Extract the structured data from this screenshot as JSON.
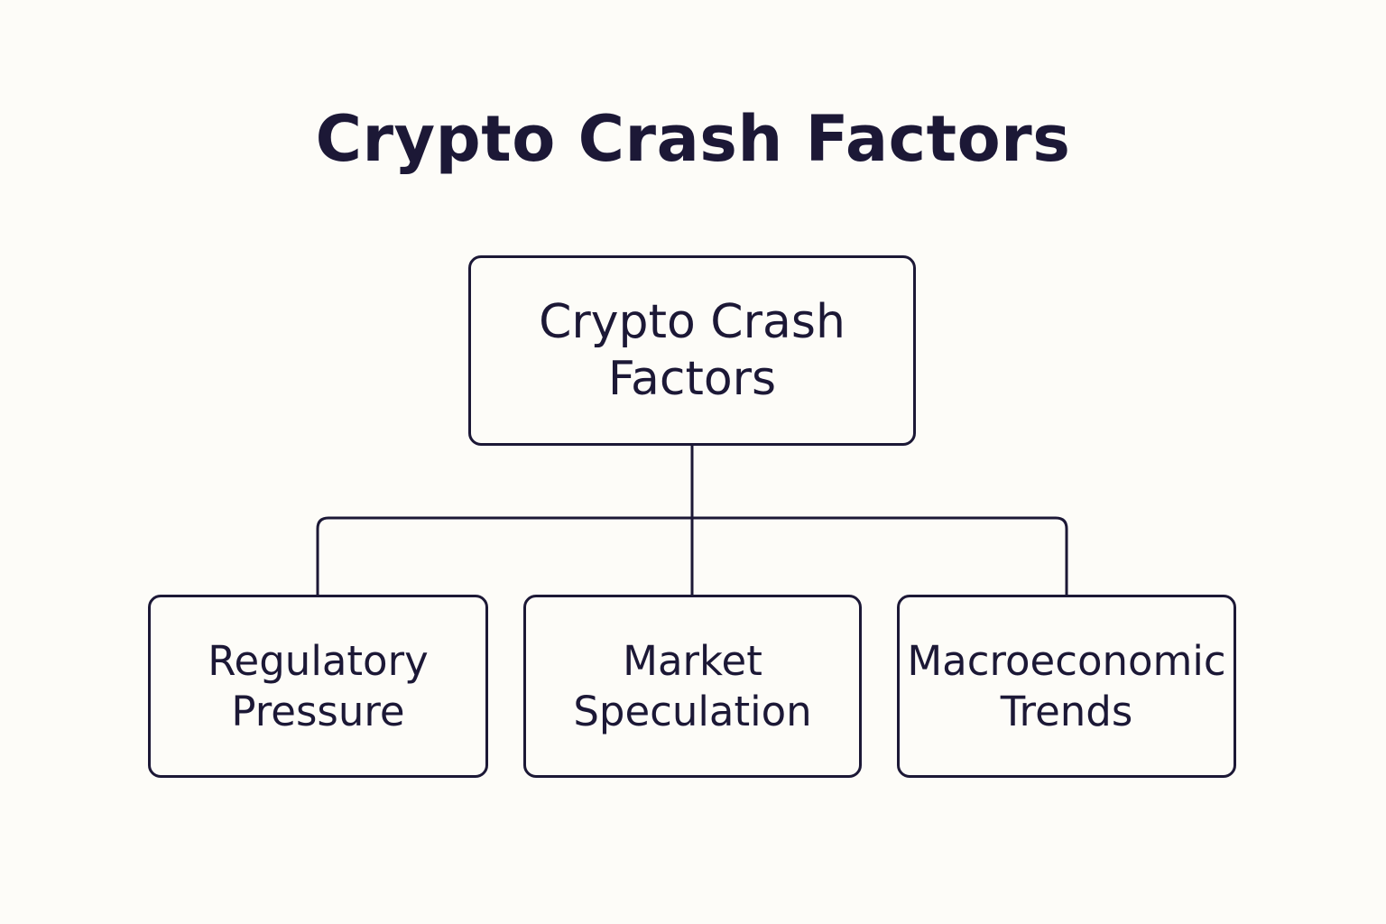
{
  "diagram": {
    "title": "Crypto Crash Factors",
    "root": {
      "line1": "Crypto Crash",
      "line2": "Factors"
    },
    "children": [
      {
        "line1": "Regulatory",
        "line2": "Pressure"
      },
      {
        "line1": "Market",
        "line2": "Speculation"
      },
      {
        "line1": "Macroeconomic",
        "line2": "Trends"
      }
    ],
    "colors": {
      "background": "#fdfcf8",
      "ink": "#1c1836"
    }
  }
}
